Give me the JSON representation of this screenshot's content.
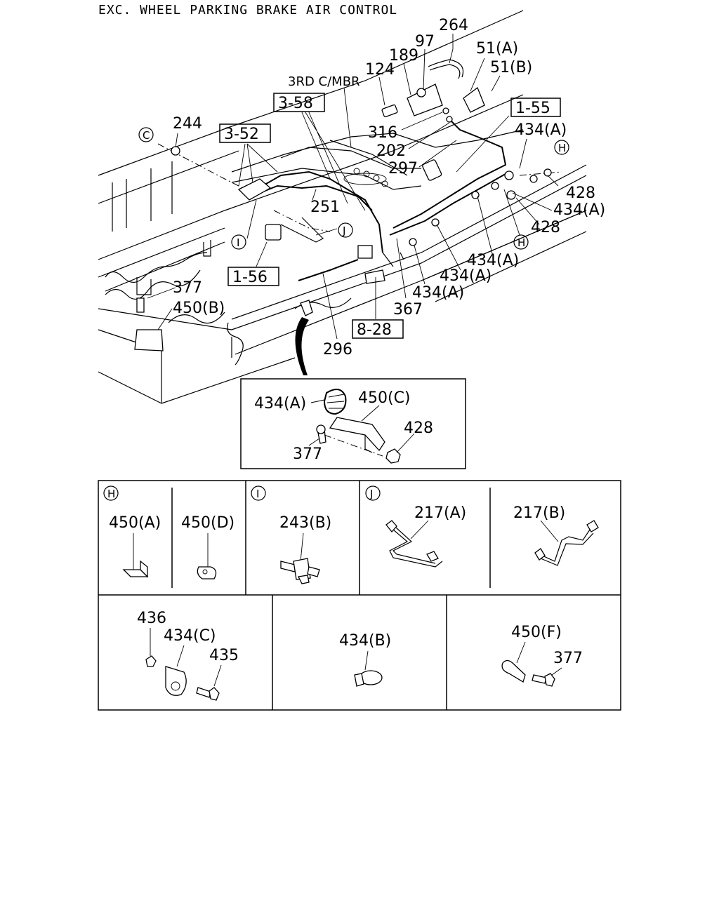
{
  "header": {
    "title": "EXC. WHEEL PARKING BRAKE AIR CONTROL"
  },
  "main_view": {
    "location_note": "3RD C/MBR",
    "ref_boxes": {
      "r358": "3-58",
      "r352": "3-52",
      "r155": "1-55",
      "r156": "1-56",
      "r828": "8-28"
    },
    "circle_refs": {
      "c": "C",
      "h1": "H",
      "h2": "H",
      "i": "I",
      "j": "J"
    },
    "callouts": {
      "p264": "264",
      "p97": "97",
      "p51a": "51(A)",
      "p189": "189",
      "p51b": "51(B)",
      "p124": "124",
      "p244": "244",
      "p434a_1": "434(A)",
      "p316": "316",
      "p202": "202",
      "p297": "297",
      "p428_1": "428",
      "p434a_2": "434(A)",
      "p251": "251",
      "p428_2": "428",
      "p434a_3": "434(A)",
      "p434a_4": "434(A)",
      "p434a_5": "434(A)",
      "p377": "377",
      "p450b": "450(B)",
      "p367": "367",
      "p296": "296"
    }
  },
  "inset": {
    "p434a": "434(A)",
    "p450c": "450(C)",
    "p428": "428",
    "p377": "377"
  },
  "grid": {
    "h": {
      "tag": "H",
      "left": "450(A)",
      "right": "450(D)"
    },
    "i": {
      "tag": "I",
      "part": "243(B)"
    },
    "j": {
      "tag": "J",
      "left": "217(A)",
      "right": "217(B)"
    },
    "row2": {
      "c1": {
        "p436": "436",
        "p434c": "434(C)",
        "p435": "435"
      },
      "c2": {
        "p434b": "434(B)"
      },
      "c3": {
        "p450f": "450(F)",
        "p377": "377"
      }
    }
  }
}
